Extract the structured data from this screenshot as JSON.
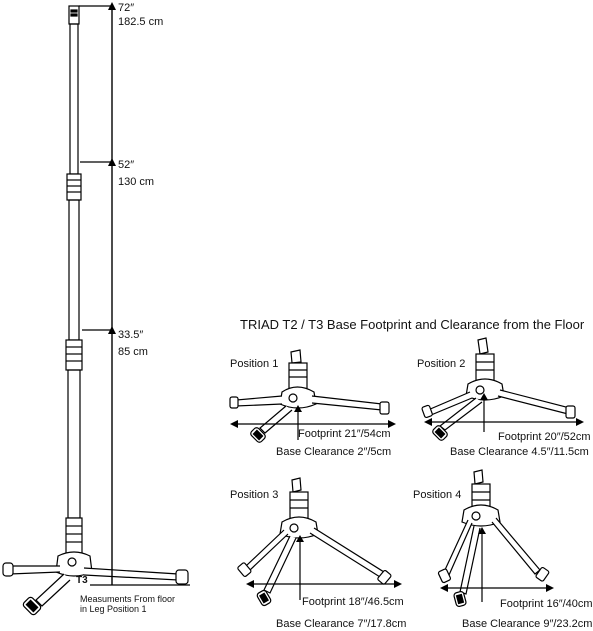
{
  "stand": {
    "model_badge": "T3",
    "heights": [
      {
        "imperial": "72″",
        "metric": "182.5 cm"
      },
      {
        "imperial": "52″",
        "metric": "130 cm"
      },
      {
        "imperial": "33.5″",
        "metric": "85 cm"
      }
    ],
    "caption_line1": "Measuments From floor",
    "caption_line2": "in Leg Position 1"
  },
  "panel": {
    "title": "TRIAD T2 / T3 Base Footprint and Clearance from the Floor",
    "positions": [
      {
        "label": "Position 1",
        "footprint": "Footprint 21″/54cm",
        "clearance": "Base Clearance 2″/5cm"
      },
      {
        "label": "Position 2",
        "footprint": "Footprint 20″/52cm",
        "clearance": "Base Clearance 4.5″/11.5cm"
      },
      {
        "label": "Position 3",
        "footprint": "Footprint 18″/46.5cm",
        "clearance": "Base Clearance 7″/17.8cm"
      },
      {
        "label": "Position 4",
        "footprint": "Footprint 16″/40cm",
        "clearance": "Base Clearance 9″/23.2cm"
      }
    ]
  }
}
